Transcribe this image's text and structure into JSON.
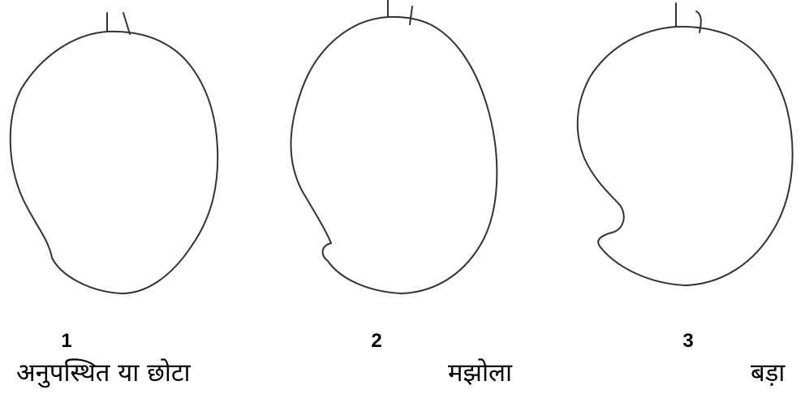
{
  "figures": [
    {
      "id": "1",
      "number": "1",
      "caption": "अनुपस्थित या छोटा",
      "sinus": "absent or small"
    },
    {
      "id": "2",
      "number": "2",
      "caption": "मझोला",
      "sinus": "medium"
    },
    {
      "id": "3",
      "number": "3",
      "caption": "बड़ा",
      "sinus": "large"
    }
  ],
  "colors": {
    "outline": "#333333",
    "text": "#000000",
    "background": "#ffffff"
  }
}
